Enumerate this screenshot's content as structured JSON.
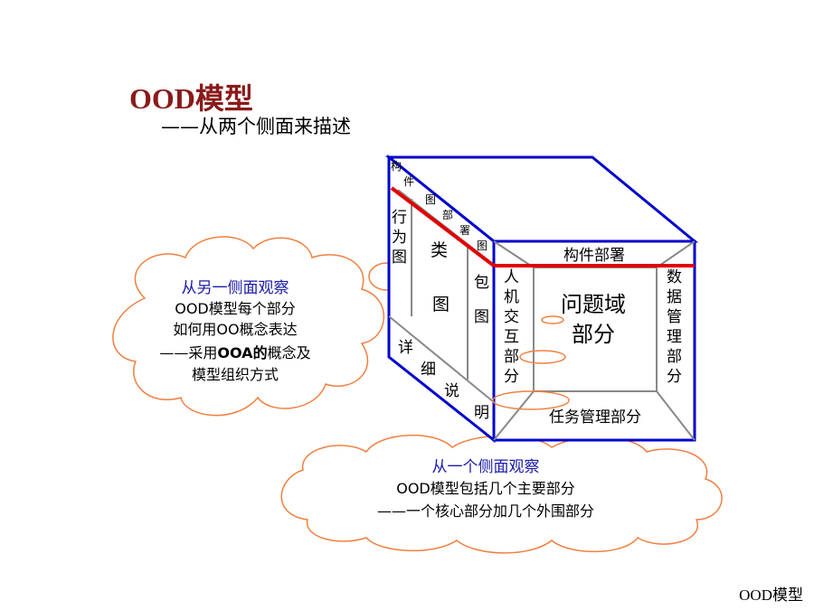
{
  "header": {
    "title": "OOD模型",
    "subtitle": "——从两个侧面来描述"
  },
  "footer": {
    "label": "OOD模型"
  },
  "cube": {
    "top_face": {
      "strip_chars": [
        "构",
        "件",
        "图",
        "部",
        "署",
        "图"
      ]
    },
    "left_face": {
      "behavior_chars": [
        "行",
        "为",
        "图"
      ],
      "class_chars": [
        "类",
        "图"
      ],
      "package_chars": [
        "包",
        "图"
      ],
      "detail_chars": [
        "详",
        "细",
        "说",
        "明"
      ]
    },
    "front_face": {
      "top_band": "构件部署",
      "hci_chars": [
        "人",
        "机",
        "交",
        "互",
        "部",
        "分"
      ],
      "center_line1": "问题域",
      "center_line2": "部分",
      "data_chars": [
        "数",
        "据",
        "管",
        "理",
        "部",
        "分"
      ],
      "bottom_band": "任务管理部分"
    }
  },
  "cloud_left": {
    "heading": "从另一侧面观察",
    "line1": "OOD模型每个部分",
    "line2": "如何用OO概念表达",
    "line3_prefix": "——采用",
    "line3_bold": "OOA的",
    "line3_suffix": "概念及",
    "line4": "模型组织方式"
  },
  "cloud_bottom": {
    "heading": "从一个侧面观察",
    "line1": "OOD模型包括几个主要部分",
    "line2": "——一个核心部分加几个外围部分"
  },
  "colors": {
    "title": "#8b1a1a",
    "cube_edge": "#0000cc",
    "highlight": "#e00000",
    "cloud_outline": "#f08040",
    "heading_blue": "#1a1aaa"
  }
}
